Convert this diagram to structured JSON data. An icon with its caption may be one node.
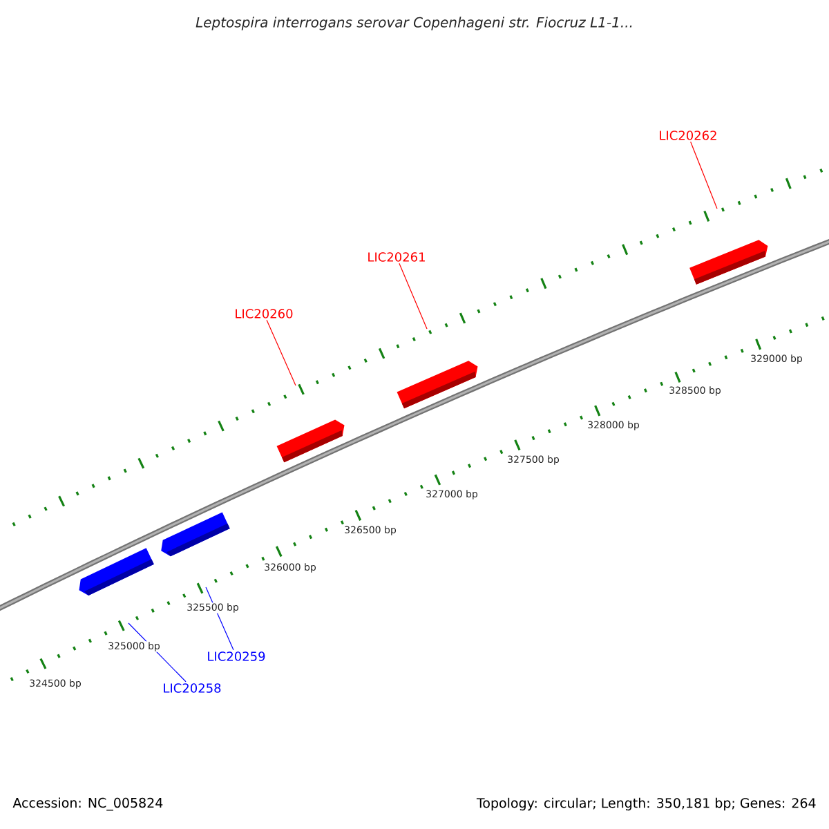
{
  "diagram": {
    "title": "Leptospira interrogans serovar Copenhageni str. Fiocruz L1-1...",
    "nodes": [
      {
        "text": [
          "LIC20262"
        ]
      },
      {
        "text": [
          "LIC20261"
        ]
      },
      {
        "text": [
          "LIC20260"
        ]
      },
      {
        "text": [
          "LIC20259"
        ]
      },
      {
        "text": [
          "LIC20258"
        ]
      }
    ],
    "edges": [
      {
        "from": 0,
        "to": null,
        "arrow": "none"
      },
      {
        "from": 1,
        "to": null,
        "arrow": "none"
      },
      {
        "from": 2,
        "to": null,
        "arrow": "none"
      },
      {
        "from": 3,
        "to": null,
        "arrow": "none",
        "color": "#0000ff"
      },
      {
        "from": 4,
        "to": null,
        "arrow": "none",
        "color": "#0000ff"
      }
    ],
    "labels": [
      "324500 bp",
      "325000 bp",
      "325500 bp",
      "326000 bp",
      "326500 bp",
      "327000 bp",
      "327500 bp",
      "328000 bp",
      "328500 bp",
      "329000 bp",
      "Accession: NC_005824",
      "Topology: circular; Length: 350,181 bp; Genes: 264"
    ]
  }
}
